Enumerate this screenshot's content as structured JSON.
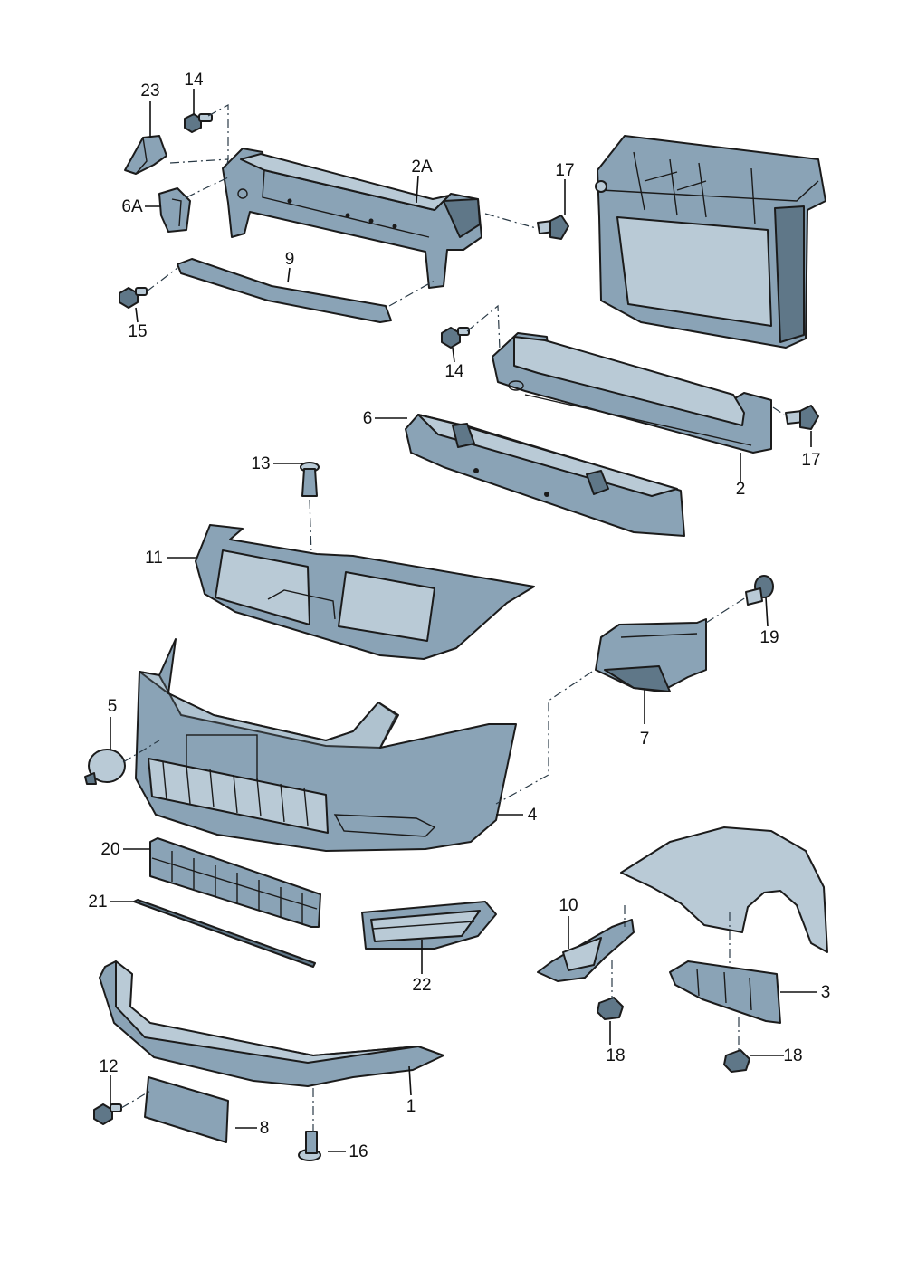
{
  "colors": {
    "part": "#8aa3b6",
    "part_light": "#b9cad6",
    "part_dark": "#5f7788",
    "line": "#1b1b1b",
    "background": "#ffffff"
  },
  "callouts": {
    "c23": "23",
    "c14a": "14",
    "c2A": "2A",
    "c17a": "17",
    "c6A": "6A",
    "c9": "9",
    "c15": "15",
    "c14b": "14",
    "c6": "6",
    "c17b": "17",
    "c2": "2",
    "c13": "13",
    "c11": "11",
    "c19": "19",
    "c5": "5",
    "c7": "7",
    "c4": "4",
    "c20": "20",
    "c21": "21",
    "c10": "10",
    "c22": "22",
    "c3": "3",
    "c18a": "18",
    "c18b": "18",
    "c12": "12",
    "c1": "1",
    "c8": "8",
    "c16": "16"
  }
}
